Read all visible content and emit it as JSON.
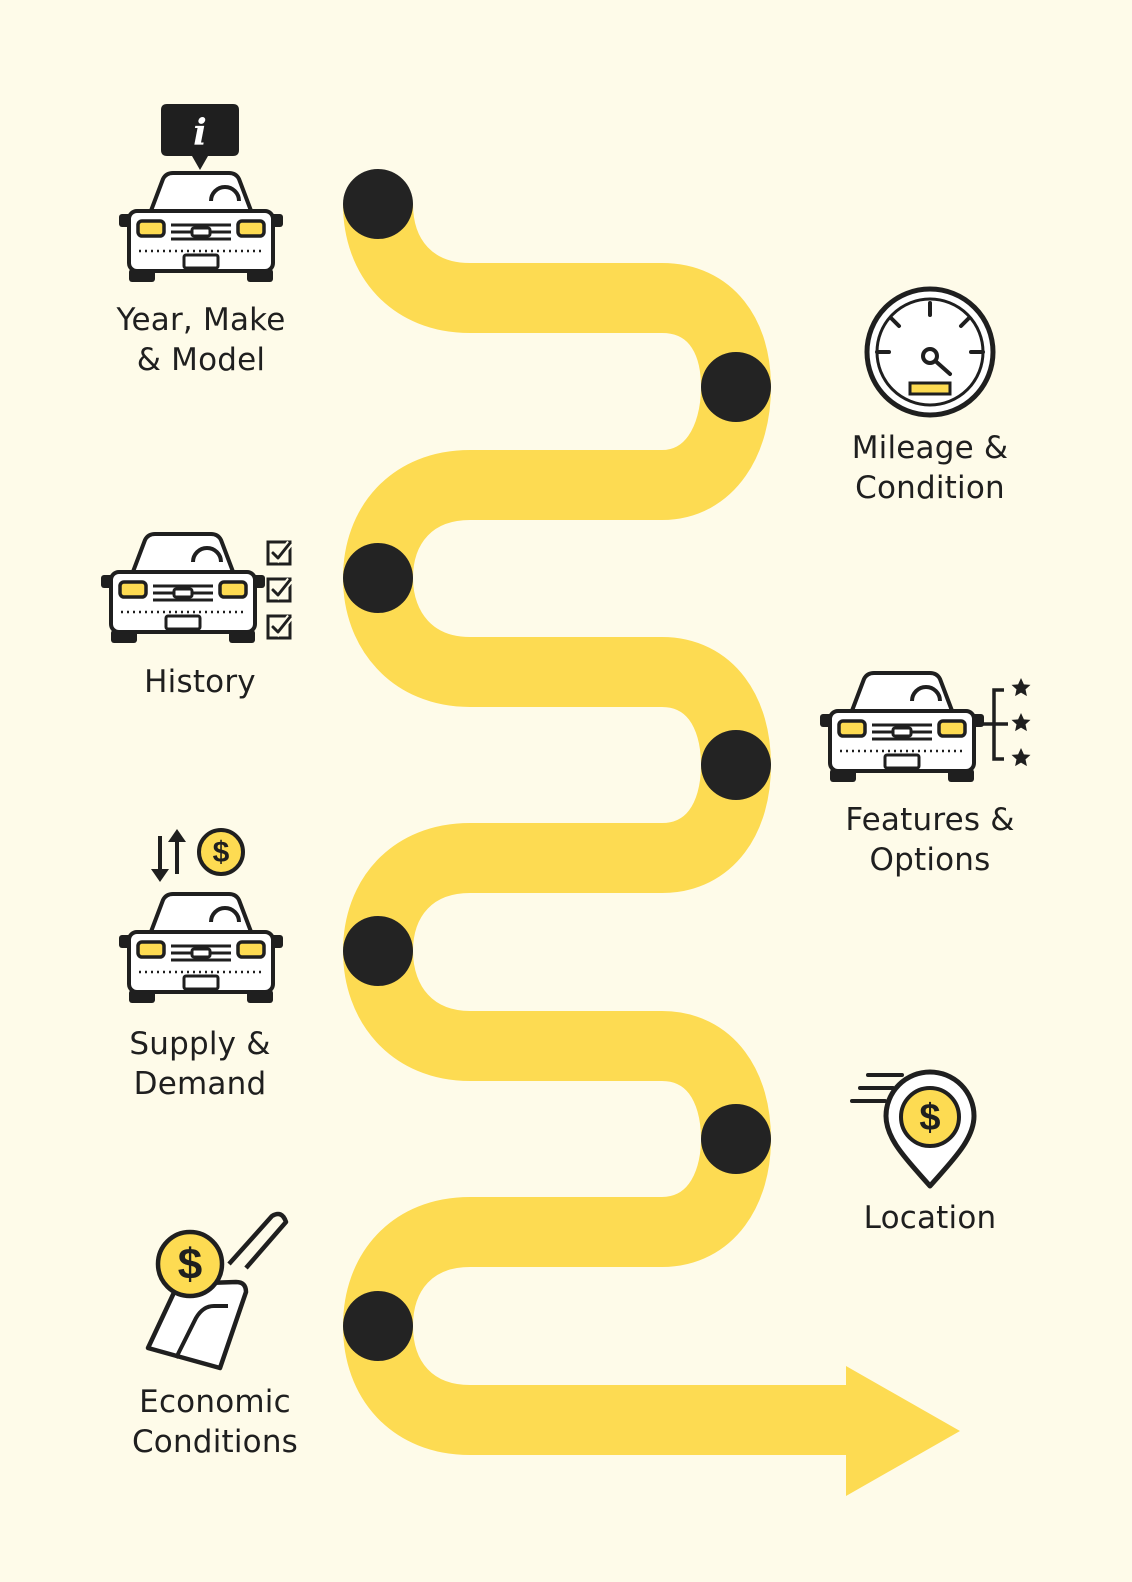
{
  "colors": {
    "background": "#fefbe9",
    "path": "#fddb52",
    "node": "#232323",
    "ink": "#1f1f1f",
    "accent": "#fddb52",
    "car_body": "#ffffff"
  },
  "factors": [
    {
      "side": "left",
      "icon": "car-info-icon",
      "lines": [
        "Year, Make",
        "& Model"
      ]
    },
    {
      "side": "right",
      "icon": "speedometer-icon",
      "lines": [
        "Mileage &",
        "Condition"
      ]
    },
    {
      "side": "left",
      "icon": "car-checklist-icon",
      "lines": [
        "History"
      ]
    },
    {
      "side": "right",
      "icon": "car-stars-icon",
      "lines": [
        "Features &",
        "Options"
      ]
    },
    {
      "side": "left",
      "icon": "car-supply-icon",
      "lines": [
        "Supply &",
        "Demand"
      ]
    },
    {
      "side": "right",
      "icon": "location-dollar-icon",
      "lines": [
        "Location"
      ]
    },
    {
      "side": "left",
      "icon": "fuel-dollar-icon",
      "lines": [
        "Economic",
        "Conditions"
      ]
    }
  ]
}
